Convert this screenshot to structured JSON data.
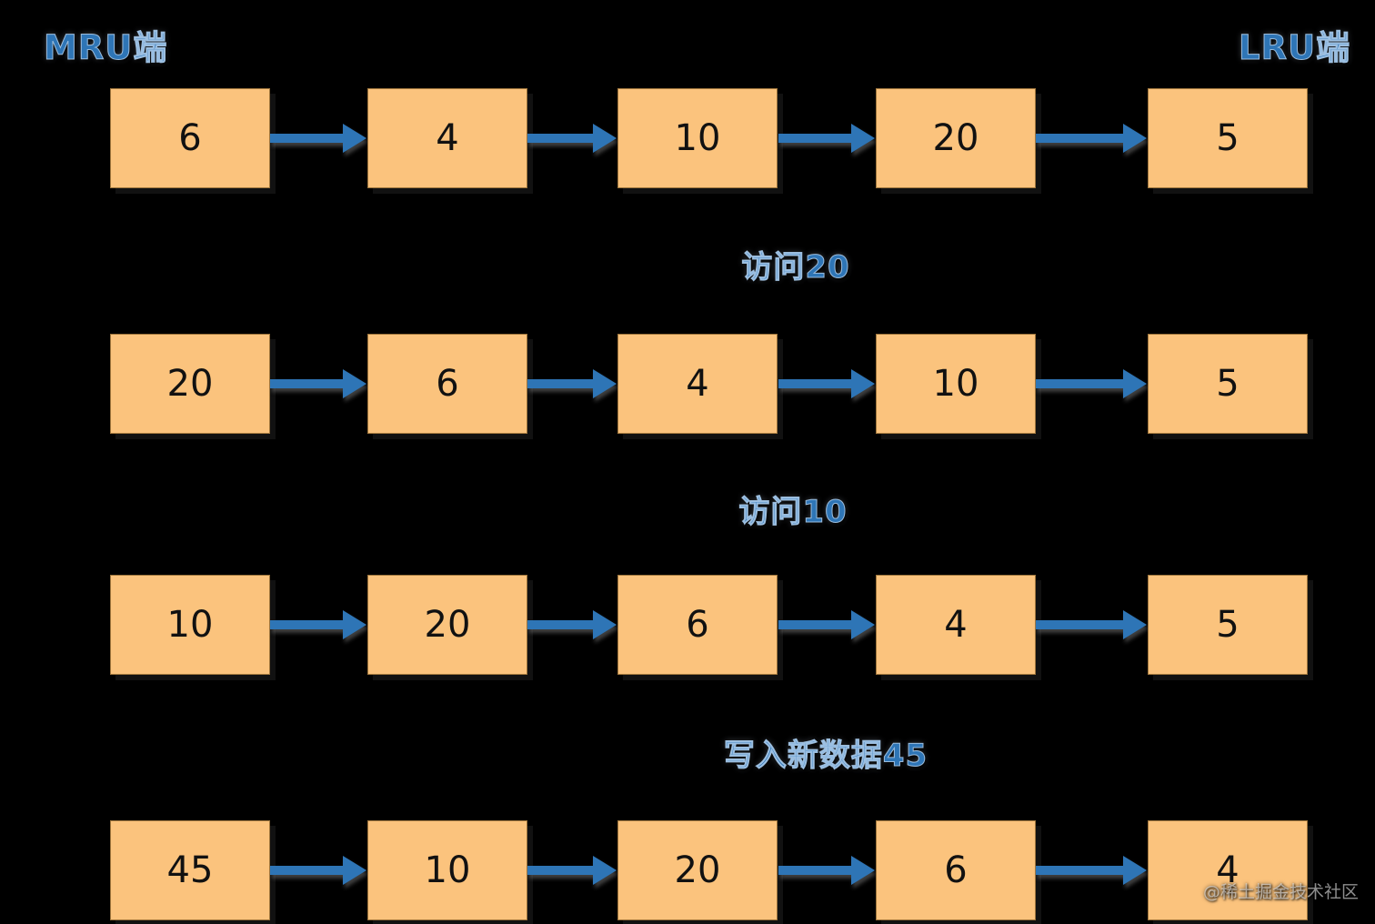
{
  "page": {
    "background": "#000000",
    "watermark": "@稀土掘金技术社区"
  },
  "colors": {
    "node_fill": "#FBC37D",
    "arrow_blue": "#2E75B6",
    "label_blue": "#2E75B6",
    "node_text": "#111111"
  },
  "header": {
    "mru_label": "MRU端",
    "lru_label": "LRU端"
  },
  "diagram": {
    "rows": [
      {
        "nodes": [
          "6",
          "4",
          "10",
          "20",
          "5"
        ]
      },
      {
        "nodes": [
          "20",
          "6",
          "4",
          "10",
          "5"
        ]
      },
      {
        "nodes": [
          "10",
          "20",
          "6",
          "4",
          "5"
        ]
      },
      {
        "nodes": [
          "45",
          "10",
          "20",
          "6",
          "4"
        ]
      }
    ],
    "steps": [
      {
        "label": "访问20"
      },
      {
        "label": "访问10"
      },
      {
        "label": "写入新数据45"
      }
    ]
  }
}
